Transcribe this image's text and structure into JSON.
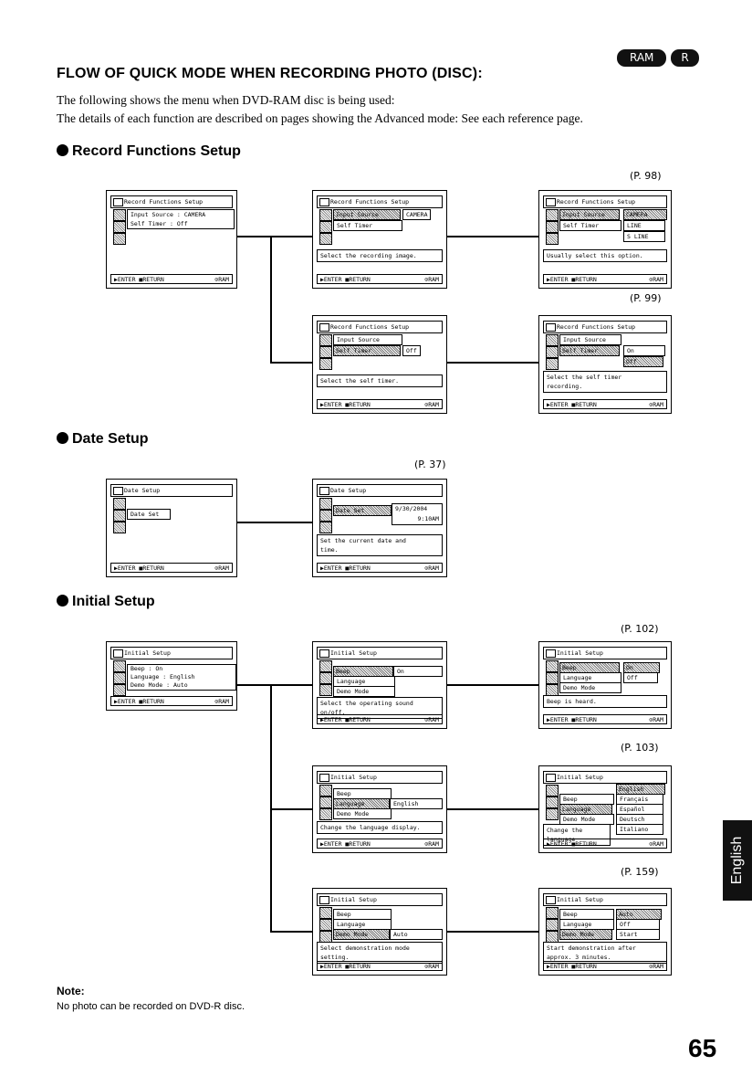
{
  "badges": [
    "RAM",
    "R"
  ],
  "title": "FLOW OF QUICK MODE WHEN RECORDING PHOTO (DISC):",
  "intro": [
    "The following shows the menu when DVD-RAM disc is being used:",
    "The details of each function are described on pages showing the Advanced mode: See each reference page."
  ],
  "sections": {
    "record": "Record Functions Setup",
    "date": "Date Setup",
    "initial": "Initial Setup"
  },
  "refs": [
    "(P. 98)",
    "(P. 99)",
    "(P. 37)",
    "(P. 102)",
    "(P. 103)",
    "(P. 159)"
  ],
  "footer": {
    "enter": "ENTER",
    "ret": "RETURN",
    "ram": "RAM"
  },
  "screens": {
    "r1": {
      "header": "Record Functions Setup",
      "lines": [
        "Input Source : CAMERA",
        "Self Timer   : Off"
      ]
    },
    "r2": {
      "header": "Record Functions Setup",
      "items": [
        "Input Source",
        "Self Timer"
      ],
      "value": "CAMERA",
      "msg": "Select the recording image."
    },
    "r3": {
      "header": "Record Functions Setup",
      "items": [
        "Input Source",
        "Self Timer"
      ],
      "opts": [
        "CAMERA",
        "LINE",
        "S LINE"
      ],
      "msg": "Usually select this option."
    },
    "r4": {
      "header": "Record Functions Setup",
      "items": [
        "Input Source",
        "Self Timer"
      ],
      "value": "Off",
      "msg": "Select the self timer."
    },
    "r5": {
      "header": "Record Functions Setup",
      "items": [
        "Input Source",
        "Self Timer"
      ],
      "opts": [
        "On",
        "Off"
      ],
      "msg": "Select the self timer\nrecording."
    },
    "d1": {
      "header": "Date Setup",
      "lines": [
        "Date Set"
      ]
    },
    "d2": {
      "header": "Date Setup",
      "item": "Date Set",
      "date": "9/30/2004",
      "time": "9:10AM",
      "msg": "Set the current date and\ntime."
    },
    "i1": {
      "header": "Initial Setup",
      "lines": [
        "Beep       : On",
        "Language   : English",
        "Demo Mode  : Auto"
      ]
    },
    "i2": {
      "header": "Initial Setup",
      "items": [
        "Beep",
        "Language",
        "Demo Mode"
      ],
      "value": "On",
      "msg": "Select the operating sound\non/off."
    },
    "i3": {
      "header": "Initial Setup",
      "items": [
        "Beep",
        "Language",
        "Demo Mode"
      ],
      "opts": [
        "On",
        "Off"
      ],
      "msg": "Beep is heard."
    },
    "i4": {
      "header": "Initial Setup",
      "items": [
        "Beep",
        "Language",
        "Demo Mode"
      ],
      "value": "English",
      "msg": "Change the language display."
    },
    "i5": {
      "header": "Initial Setup",
      "items": [
        "Beep",
        "Language",
        "Demo Mode"
      ],
      "opts": [
        "English",
        "Français",
        "Español",
        "Deutsch",
        "Italiano"
      ],
      "msg": "Change the language"
    },
    "i6": {
      "header": "Initial Setup",
      "items": [
        "Beep",
        "Language",
        "Demo Mode"
      ],
      "value": "Auto",
      "msg": "Select demonstration mode\nsetting."
    },
    "i7": {
      "header": "Initial Setup",
      "items": [
        "Beep",
        "Language",
        "Demo Mode"
      ],
      "opts": [
        "Auto",
        "Off",
        "Start"
      ],
      "msg": "Start demonstration after\napprox. 3 minutes."
    }
  },
  "note": {
    "label": "Note:",
    "text": "No photo can be recorded on DVD-R disc."
  },
  "page_number": "65",
  "side_tab": "English"
}
